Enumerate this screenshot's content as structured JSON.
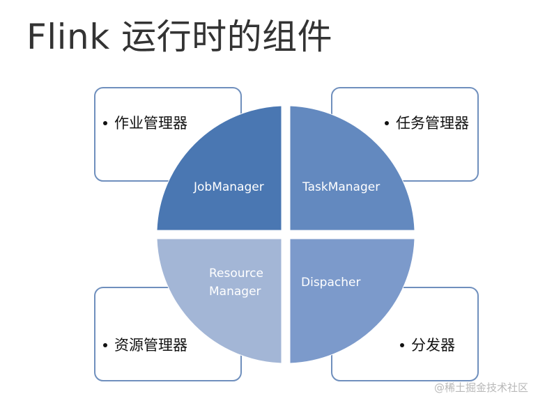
{
  "title": "Flink 运行时的组件",
  "colors": {
    "box_border": "#6f8fbd",
    "box_fill": "#ffffff",
    "quadrant_job": "#4a77b2",
    "quadrant_task": "#6389bf",
    "quadrant_resource": "#a3b6d6",
    "quadrant_dispatcher": "#7c9acb",
    "text_white": "#ffffff"
  },
  "quadrants": {
    "job_manager": {
      "label": "JobManager",
      "description": "作业管理器"
    },
    "task_manager": {
      "label": "TaskManager",
      "description": "任务管理器"
    },
    "resource_manager": {
      "label_line1": "Resource",
      "label_line2": "Manager",
      "description": "资源管理器"
    },
    "dispatcher": {
      "label": "Dispacher",
      "description": "分发器"
    }
  },
  "watermark": "@稀土掘金技术社区"
}
